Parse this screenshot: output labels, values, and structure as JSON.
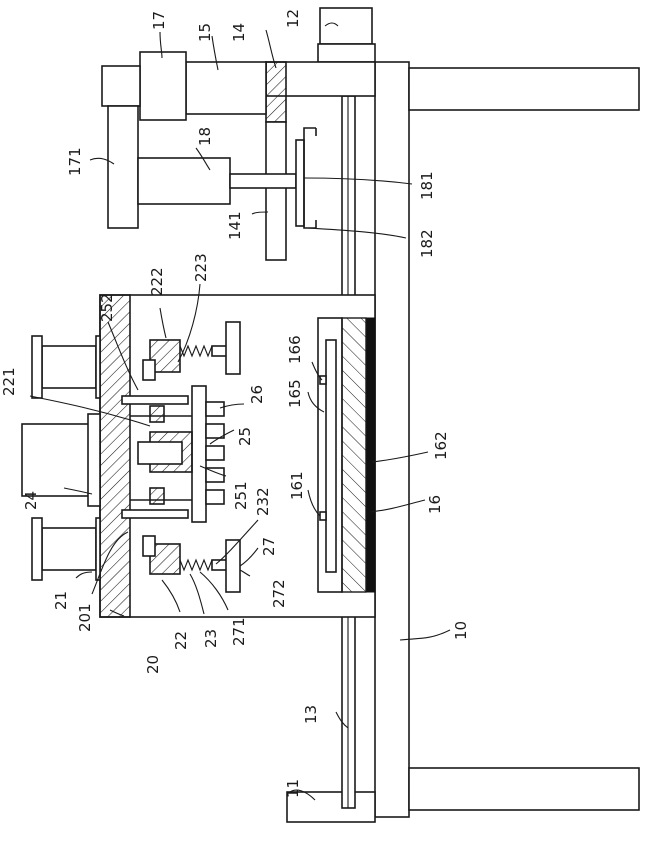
{
  "labels": {
    "l10": "10",
    "l11": "11",
    "l12": "12",
    "l13": "13",
    "l14": "14",
    "l141": "141",
    "l15": "15",
    "l16": "16",
    "l161": "161",
    "l162": "162",
    "l165": "165",
    "l166": "166",
    "l17": "17",
    "l171": "171",
    "l18": "18",
    "l181": "181",
    "l182": "182",
    "l20": "20",
    "l201": "201",
    "l21": "21",
    "l22": "22",
    "l221": "221",
    "l222": "222",
    "l223": "223",
    "l23": "23",
    "l232": "232",
    "l24": "24",
    "l25": "25",
    "l251": "251",
    "l252": "252",
    "l26": "26",
    "l27": "27",
    "l271": "271",
    "l272": "272"
  }
}
